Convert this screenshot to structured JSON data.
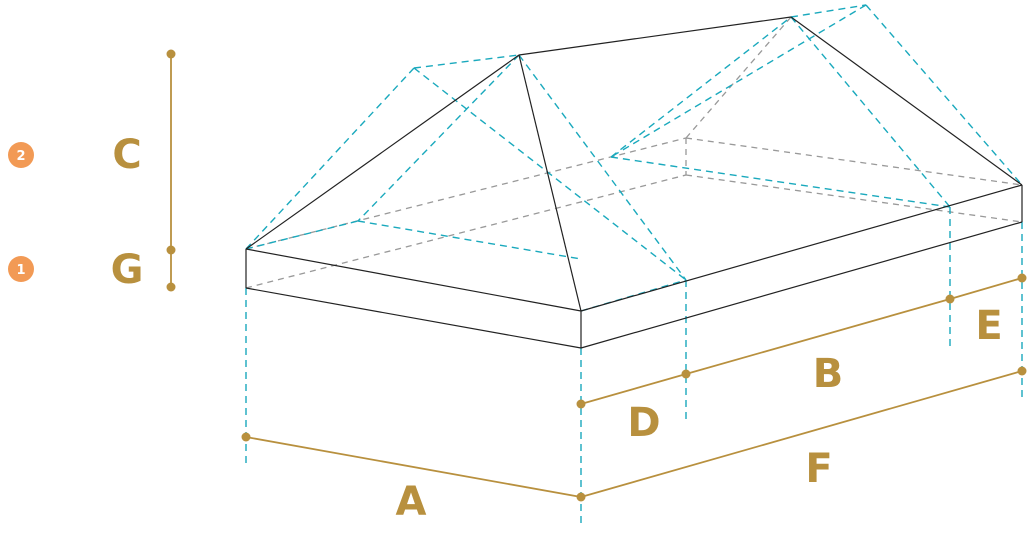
{
  "colors": {
    "outline": "#222222",
    "projection": "#1aa9bd",
    "hidden": "#999999",
    "dimension": "#b8903e",
    "badge": "#f29a55"
  },
  "labels": {
    "a": "A",
    "b": "B",
    "c": "C",
    "d": "D",
    "e": "E",
    "f": "F",
    "g": "G"
  },
  "badges": {
    "one": "1",
    "two": "2"
  }
}
